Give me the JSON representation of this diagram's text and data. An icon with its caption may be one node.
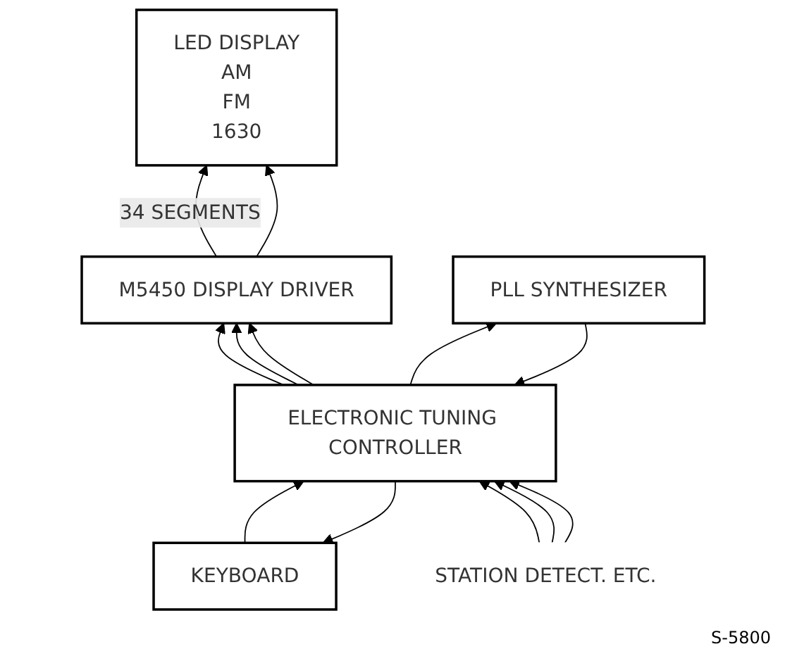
{
  "diagram": {
    "nodes": [
      {
        "text": [
          "LED DISPLAY",
          "AM",
          "FM",
          "1630"
        ]
      },
      {
        "text": [
          "M5450 DISPLAY DRIVER"
        ]
      },
      {
        "text": [
          "KEYBOARD"
        ]
      },
      {
        "text": [
          "ELECTRONIC TUNING CONTROLLER"
        ]
      },
      {
        "text": [
          "PLL SYNTHESIZER"
        ]
      },
      {
        "text": [
          "STATION DETECT. ETC."
        ]
      }
    ],
    "edges": [
      {
        "from": 1,
        "to": 0,
        "arrow": "to",
        "label": "34 SEGMENTS"
      },
      {
        "from": 1,
        "to": 0,
        "arrow": "to"
      },
      {
        "from": 3,
        "to": 1,
        "arrow": "to"
      },
      {
        "from": 3,
        "to": 1,
        "arrow": "to"
      },
      {
        "from": 3,
        "to": 1,
        "arrow": "to"
      },
      {
        "from": 3,
        "to": 2,
        "arrow": "to"
      },
      {
        "from": 2,
        "to": 3,
        "arrow": "to"
      },
      {
        "from": 4,
        "to": 3,
        "arrow": "to"
      },
      {
        "from": 3,
        "to": 4,
        "arrow": "to"
      },
      {
        "from": 5,
        "to": 3,
        "arrow": "to"
      },
      {
        "from": 5,
        "to": 3,
        "arrow": "to"
      },
      {
        "from": 5,
        "to": 3,
        "arrow": "to"
      }
    ],
    "labels": [
      "S-5800"
    ]
  }
}
